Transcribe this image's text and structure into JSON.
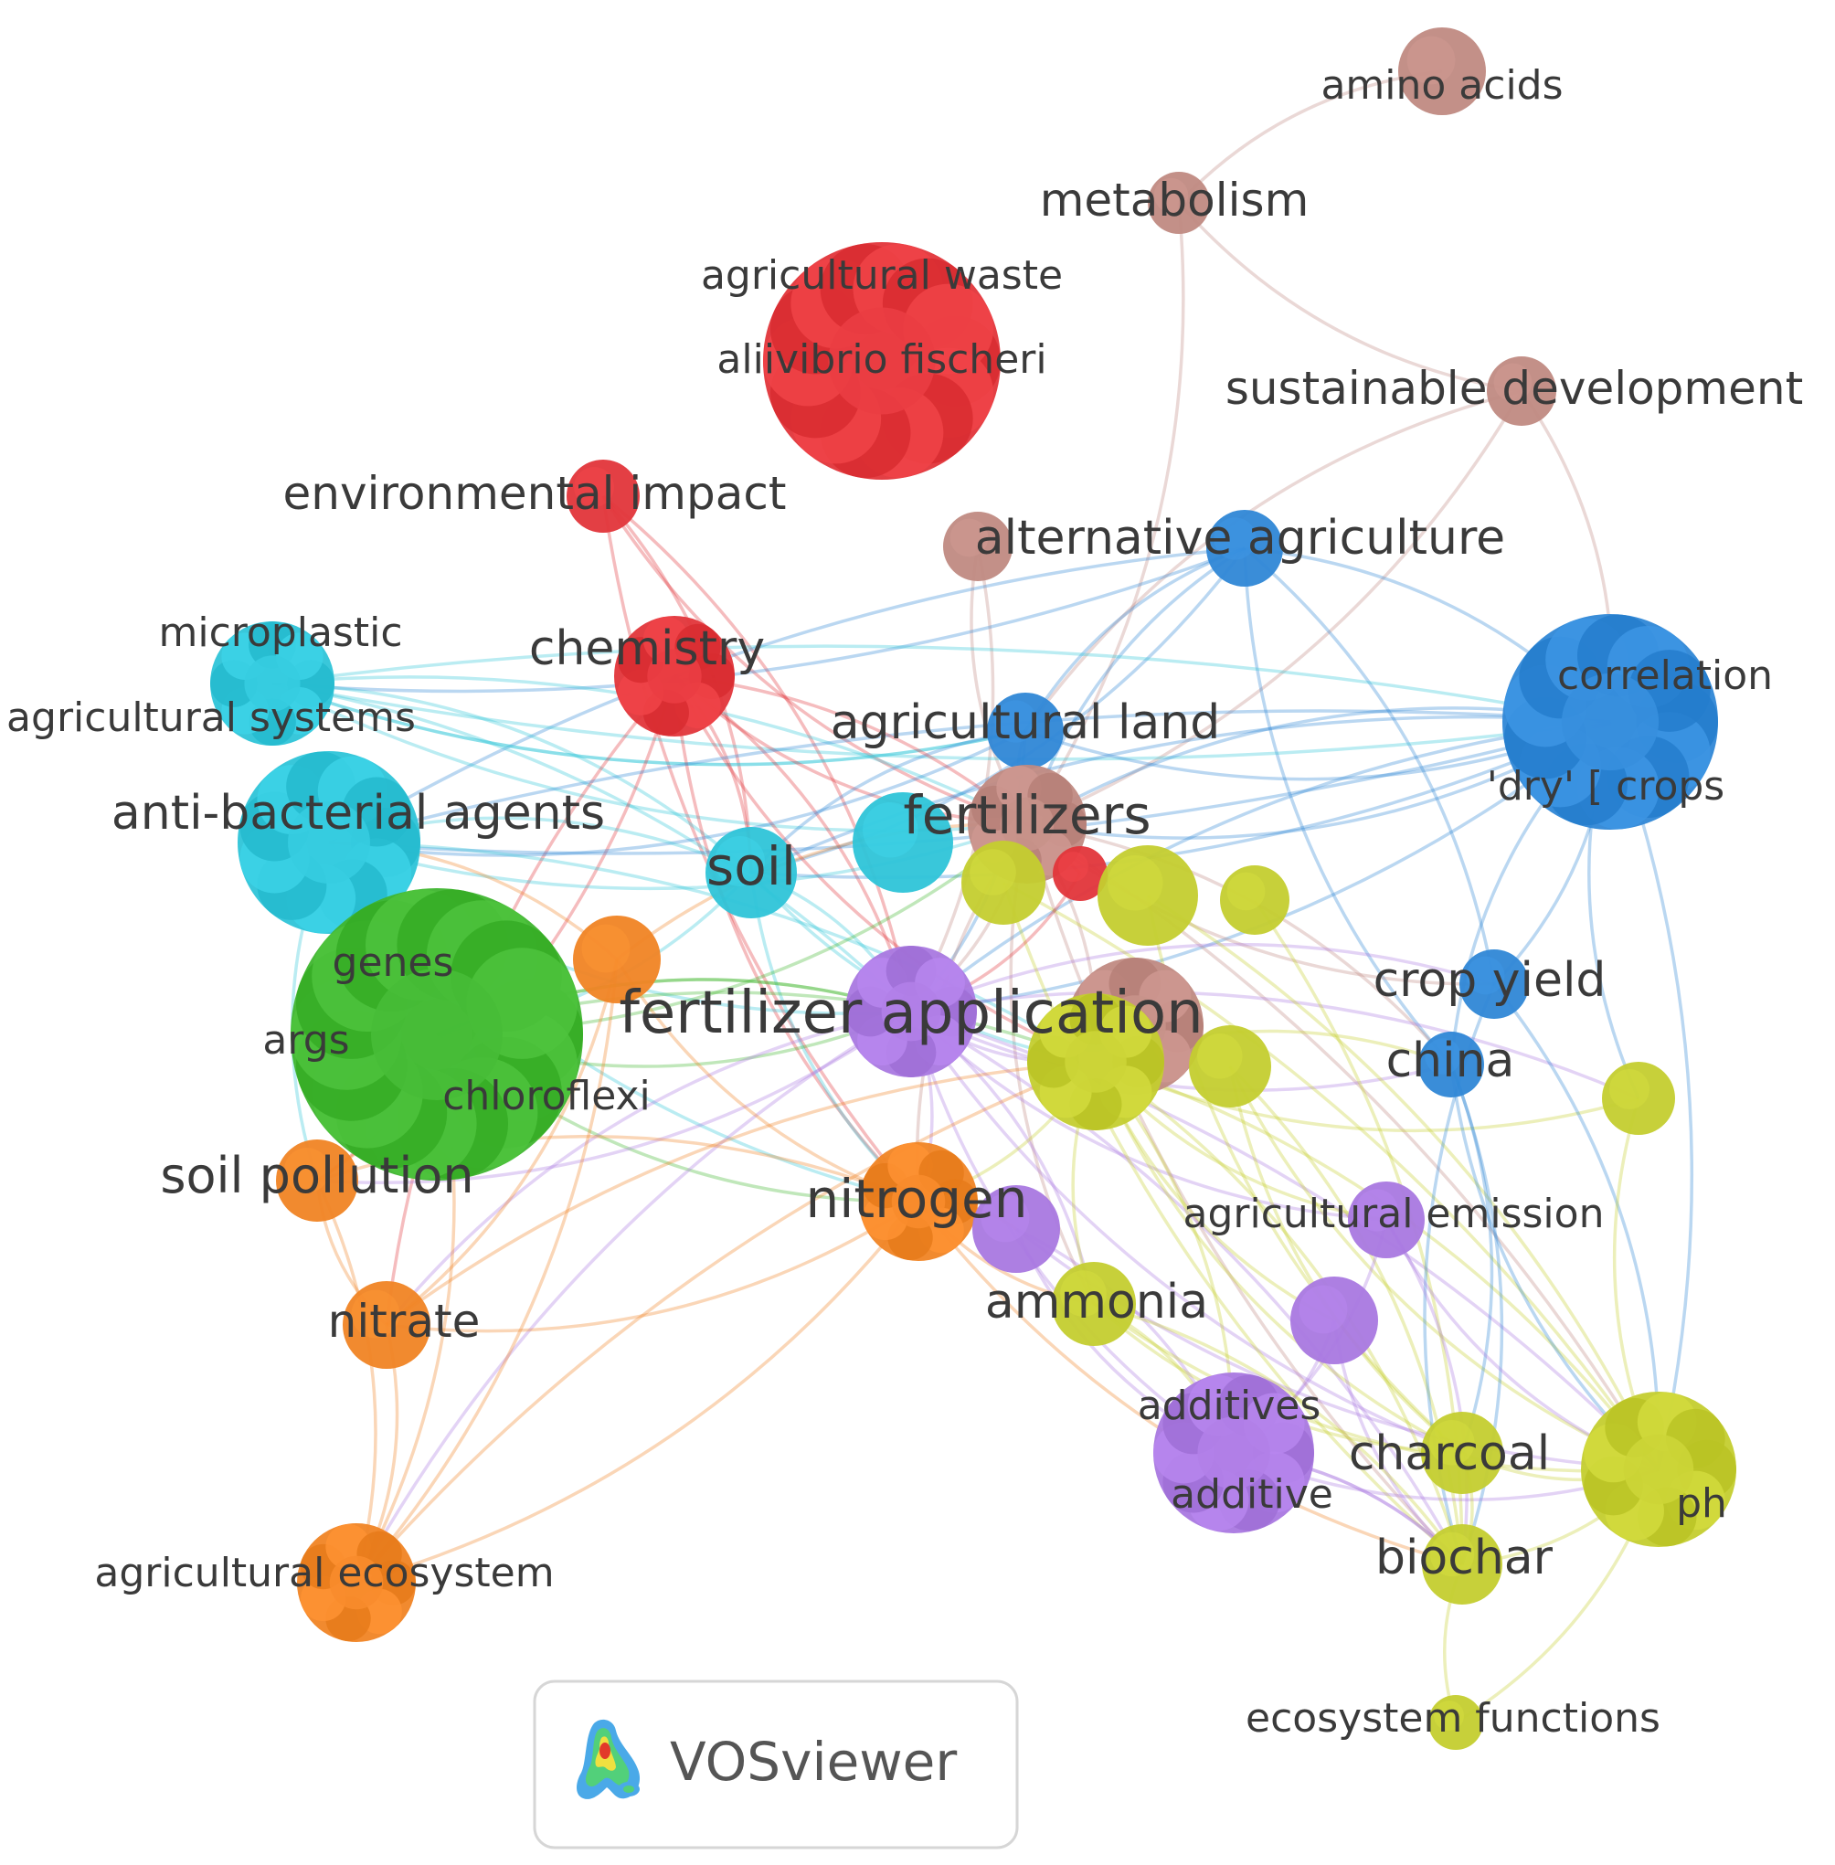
{
  "colors": {
    "red": "#e2353a",
    "green": "#3fb52f",
    "blue": "#2f87d6",
    "yellow": "#c4cd2f",
    "purple": "#a978e0",
    "cyan": "#2ec4d8",
    "orange": "#f08424",
    "brown": "#c08a82"
  },
  "badge": {
    "text": "VOSviewer",
    "icon": "vosviewer-logo-icon"
  },
  "nodes": [
    {
      "id": "amino-acids",
      "label": "amino acids",
      "cluster": "brown"
    },
    {
      "id": "metabolism",
      "label": "metabolism",
      "cluster": "brown"
    },
    {
      "id": "agricultural-waste",
      "label": "agricultural waste",
      "cluster": "red"
    },
    {
      "id": "aliivibrio-fischeri",
      "label": "aliivibrio fischeri",
      "cluster": "red"
    },
    {
      "id": "sustainable-development",
      "label": "sustainable development",
      "cluster": "brown"
    },
    {
      "id": "environmental-impact",
      "label": "environmental impact",
      "cluster": "red"
    },
    {
      "id": "alternative-agriculture-hub",
      "label": "",
      "cluster": "brown"
    },
    {
      "id": "alternative-agriculture",
      "label": "alternative agriculture",
      "cluster": "blue"
    },
    {
      "id": "microplastic",
      "label": "microplastic",
      "cluster": "cyan"
    },
    {
      "id": "agricultural-systems",
      "label": "agricultural systems",
      "cluster": "cyan"
    },
    {
      "id": "chemistry",
      "label": "chemistry",
      "cluster": "red"
    },
    {
      "id": "correlation",
      "label": "correlation",
      "cluster": "blue"
    },
    {
      "id": "dry-crops",
      "label": "'dry' [ crops",
      "cluster": "blue"
    },
    {
      "id": "agricultural-land",
      "label": "agricultural land",
      "cluster": "blue"
    },
    {
      "id": "anti-bacterial-agents",
      "label": "anti-bacterial agents",
      "cluster": "cyan"
    },
    {
      "id": "fertilizers",
      "label": "fertilizers",
      "cluster": "brown"
    },
    {
      "id": "fertilizers-cyan",
      "label": "",
      "cluster": "cyan"
    },
    {
      "id": "soil",
      "label": "soil",
      "cluster": "cyan"
    },
    {
      "id": "red-small",
      "label": "",
      "cluster": "red"
    },
    {
      "id": "yellow-a",
      "label": "",
      "cluster": "yellow"
    },
    {
      "id": "yellow-b",
      "label": "",
      "cluster": "yellow"
    },
    {
      "id": "yellow-c",
      "label": "",
      "cluster": "yellow"
    },
    {
      "id": "genes",
      "label": "genes",
      "cluster": "green"
    },
    {
      "id": "args",
      "label": "args",
      "cluster": "green"
    },
    {
      "id": "chloroflexi",
      "label": "chloroflexi",
      "cluster": "green"
    },
    {
      "id": "orange-small",
      "label": "",
      "cluster": "orange"
    },
    {
      "id": "fertilizer-application",
      "label": "fertilizer application",
      "cluster": "purple"
    },
    {
      "id": "brown-center",
      "label": "",
      "cluster": "brown"
    },
    {
      "id": "yellow-center",
      "label": "",
      "cluster": "yellow"
    },
    {
      "id": "yellow-d",
      "label": "",
      "cluster": "yellow"
    },
    {
      "id": "crop-yield",
      "label": "crop yield",
      "cluster": "blue"
    },
    {
      "id": "china",
      "label": "china",
      "cluster": "blue"
    },
    {
      "id": "yellow-e",
      "label": "",
      "cluster": "yellow"
    },
    {
      "id": "soil-pollution",
      "label": "soil pollution",
      "cluster": "orange"
    },
    {
      "id": "nitrogen",
      "label": "nitrogen",
      "cluster": "orange"
    },
    {
      "id": "purple-nitrogen",
      "label": "",
      "cluster": "purple"
    },
    {
      "id": "agricultural-emission",
      "label": "agricultural emission",
      "cluster": "purple"
    },
    {
      "id": "nitrate",
      "label": "nitrate",
      "cluster": "orange"
    },
    {
      "id": "ammonia",
      "label": "ammonia",
      "cluster": "yellow"
    },
    {
      "id": "purple-b",
      "label": "",
      "cluster": "purple"
    },
    {
      "id": "additives",
      "label": "additives",
      "cluster": "purple"
    },
    {
      "id": "additive",
      "label": "additive",
      "cluster": "purple"
    },
    {
      "id": "charcoal",
      "label": "charcoal",
      "cluster": "yellow"
    },
    {
      "id": "ph",
      "label": "ph",
      "cluster": "yellow"
    },
    {
      "id": "biochar",
      "label": "biochar",
      "cluster": "yellow"
    },
    {
      "id": "agricultural-ecosystem",
      "label": "agricultural ecosystem",
      "cluster": "orange"
    },
    {
      "id": "ecosystem-functions",
      "label": "ecosystem functions",
      "cluster": "yellow"
    }
  ],
  "links": [
    [
      "amino-acids",
      "metabolism"
    ],
    [
      "metabolism",
      "fertilizers"
    ],
    [
      "metabolism",
      "sustainable-development"
    ],
    [
      "sustainable-development",
      "fertilizers"
    ],
    [
      "sustainable-development",
      "agricultural-land"
    ],
    [
      "sustainable-development",
      "correlation"
    ],
    [
      "environmental-impact",
      "fertilizers"
    ],
    [
      "environmental-impact",
      "fertilizer-application"
    ],
    [
      "environmental-impact",
      "nitrogen"
    ],
    [
      "environmental-impact",
      "soil"
    ],
    [
      "alternative-agriculture-hub",
      "fertilizers"
    ],
    [
      "alternative-agriculture-hub",
      "fertilizer-application"
    ],
    [
      "alternative-agriculture",
      "agricultural-land"
    ],
    [
      "alternative-agriculture",
      "correlation"
    ],
    [
      "alternative-agriculture",
      "anti-bacterial-agents"
    ],
    [
      "alternative-agriculture",
      "microplastic"
    ],
    [
      "alternative-agriculture",
      "fertilizers"
    ],
    [
      "alternative-agriculture",
      "crop-yield"
    ],
    [
      "alternative-agriculture",
      "china"
    ],
    [
      "alternative-agriculture",
      "soil"
    ],
    [
      "microplastic",
      "agricultural-land"
    ],
    [
      "microplastic",
      "fertilizers"
    ],
    [
      "microplastic",
      "correlation"
    ],
    [
      "microplastic",
      "fertilizer-application"
    ],
    [
      "agricultural-systems",
      "agricultural-land"
    ],
    [
      "agricultural-systems",
      "correlation"
    ],
    [
      "agricultural-systems",
      "fertilizers"
    ],
    [
      "agricultural-systems",
      "soil"
    ],
    [
      "chemistry",
      "fertilizers"
    ],
    [
      "chemistry",
      "fertilizer-application"
    ],
    [
      "chemistry",
      "nitrogen"
    ],
    [
      "chemistry",
      "soil"
    ],
    [
      "chemistry",
      "nitrate"
    ],
    [
      "chemistry",
      "soil-pollution"
    ],
    [
      "chemistry",
      "yellow-center"
    ],
    [
      "correlation",
      "agricultural-land"
    ],
    [
      "correlation",
      "anti-bacterial-agents"
    ],
    [
      "correlation",
      "fertilizers"
    ],
    [
      "correlation",
      "fertilizer-application"
    ],
    [
      "correlation",
      "soil"
    ],
    [
      "correlation",
      "china"
    ],
    [
      "correlation",
      "crop-yield"
    ],
    [
      "correlation",
      "yellow-e"
    ],
    [
      "correlation",
      "ph"
    ],
    [
      "dry-crops",
      "fertilizers"
    ],
    [
      "dry-crops",
      "anti-bacterial-agents"
    ],
    [
      "dry-crops",
      "soil"
    ],
    [
      "dry-crops",
      "fertilizer-application"
    ],
    [
      "agricultural-land",
      "fertilizers"
    ],
    [
      "agricultural-land",
      "anti-bacterial-agents"
    ],
    [
      "agricultural-land",
      "soil"
    ],
    [
      "agricultural-land",
      "fertilizer-application"
    ],
    [
      "anti-bacterial-agents",
      "fertilizers"
    ],
    [
      "anti-bacterial-agents",
      "soil"
    ],
    [
      "anti-bacterial-agents",
      "fertilizer-application"
    ],
    [
      "anti-bacterial-agents",
      "args"
    ],
    [
      "anti-bacterial-agents",
      "nitrogen"
    ],
    [
      "anti-bacterial-agents",
      "yellow-center"
    ],
    [
      "anti-bacterial-agents",
      "soil-pollution"
    ],
    [
      "fertilizers",
      "fertilizer-application"
    ],
    [
      "fertilizers",
      "nitrogen"
    ],
    [
      "fertilizers",
      "yellow-center"
    ],
    [
      "fertilizers",
      "crop-yield"
    ],
    [
      "fertilizers",
      "china"
    ],
    [
      "fertilizers",
      "biochar"
    ],
    [
      "fertilizers",
      "ph"
    ],
    [
      "fertilizers",
      "ammonia"
    ],
    [
      "soil",
      "fertilizer-application"
    ],
    [
      "soil",
      "nitrogen"
    ],
    [
      "soil",
      "genes"
    ],
    [
      "soil",
      "yellow-center"
    ],
    [
      "genes",
      "fertilizer-application"
    ],
    [
      "genes",
      "fertilizers"
    ],
    [
      "args",
      "fertilizer-application"
    ],
    [
      "chloroflexi",
      "fertilizer-application"
    ],
    [
      "chloroflexi",
      "yellow-center"
    ],
    [
      "chloroflexi",
      "nitrogen"
    ],
    [
      "fertilizer-application",
      "nitrogen"
    ],
    [
      "fertilizer-application",
      "yellow-center"
    ],
    [
      "fertilizer-application",
      "ammonia"
    ],
    [
      "fertilizer-application",
      "agricultural-emission"
    ],
    [
      "fertilizer-application",
      "biochar"
    ],
    [
      "fertilizer-application",
      "charcoal"
    ],
    [
      "fertilizer-application",
      "ph"
    ],
    [
      "fertilizer-application",
      "additives"
    ],
    [
      "fertilizer-application",
      "crop-yield"
    ],
    [
      "fertilizer-application",
      "china"
    ],
    [
      "fertilizer-application",
      "yellow-e"
    ],
    [
      "fertilizer-application",
      "nitrate"
    ],
    [
      "fertilizer-application",
      "soil-pollution"
    ],
    [
      "fertilizer-application",
      "agricultural-ecosystem"
    ],
    [
      "yellow-center",
      "biochar"
    ],
    [
      "yellow-center",
      "charcoal"
    ],
    [
      "yellow-center",
      "ph"
    ],
    [
      "yellow-center",
      "ammonia"
    ],
    [
      "yellow-center",
      "additives"
    ],
    [
      "yellow-center",
      "agricultural-emission"
    ],
    [
      "yellow-center",
      "china"
    ],
    [
      "yellow-center",
      "yellow-e"
    ],
    [
      "yellow-center",
      "nitrogen"
    ],
    [
      "yellow-center",
      "purple-b"
    ],
    [
      "yellow-a",
      "ph"
    ],
    [
      "yellow-a",
      "biochar"
    ],
    [
      "yellow-b",
      "ph"
    ],
    [
      "yellow-b",
      "charcoal"
    ],
    [
      "yellow-c",
      "biochar"
    ],
    [
      "yellow-d",
      "ph"
    ],
    [
      "yellow-d",
      "biochar"
    ],
    [
      "yellow-d",
      "charcoal"
    ],
    [
      "crop-yield",
      "ph"
    ],
    [
      "crop-yield",
      "biochar"
    ],
    [
      "china",
      "biochar"
    ],
    [
      "china",
      "ph"
    ],
    [
      "china",
      "charcoal"
    ],
    [
      "yellow-e",
      "ph"
    ],
    [
      "agricultural-emission",
      "biochar"
    ],
    [
      "agricultural-emission",
      "ph"
    ],
    [
      "agricultural-emission",
      "additive"
    ],
    [
      "purple-nitrogen",
      "additives"
    ],
    [
      "purple-nitrogen",
      "additive"
    ],
    [
      "purple-nitrogen",
      "ph"
    ],
    [
      "purple-b",
      "additive"
    ],
    [
      "purple-b",
      "biochar"
    ],
    [
      "ammonia",
      "biochar"
    ],
    [
      "ammonia",
      "charcoal"
    ],
    [
      "ammonia",
      "additive"
    ],
    [
      "ammonia",
      "ph"
    ],
    [
      "additives",
      "biochar"
    ],
    [
      "additives",
      "ph"
    ],
    [
      "additive",
      "biochar"
    ],
    [
      "charcoal",
      "ph"
    ],
    [
      "charcoal",
      "biochar"
    ],
    [
      "biochar",
      "ph"
    ],
    [
      "nitrogen",
      "nitrate"
    ],
    [
      "nitrogen",
      "soil-pollution"
    ],
    [
      "nitrogen",
      "agricultural-ecosystem"
    ],
    [
      "nitrogen",
      "ammonia"
    ],
    [
      "nitrogen",
      "purple-nitrogen"
    ],
    [
      "nitrogen",
      "biochar"
    ],
    [
      "nitrogen",
      "orange-small"
    ],
    [
      "soil-pollution",
      "nitrate"
    ],
    [
      "soil-pollution",
      "agricultural-ecosystem"
    ],
    [
      "soil-pollution",
      "args"
    ],
    [
      "nitrate",
      "agricultural-ecosystem"
    ],
    [
      "nitrate",
      "orange-small"
    ],
    [
      "nitrate",
      "yellow-center"
    ],
    [
      "agricultural-ecosystem",
      "orange-small"
    ],
    [
      "agricultural-ecosystem",
      "yellow-center"
    ],
    [
      "agricultural-ecosystem",
      "chloroflexi"
    ],
    [
      "orange-small",
      "fertilizers"
    ],
    [
      "orange-small",
      "anti-bacterial-agents"
    ],
    [
      "red-small",
      "fertilizer-application"
    ],
    [
      "red-small",
      "chemistry"
    ],
    [
      "ecosystem-functions",
      "biochar"
    ],
    [
      "ecosystem-functions",
      "ph"
    ]
  ]
}
